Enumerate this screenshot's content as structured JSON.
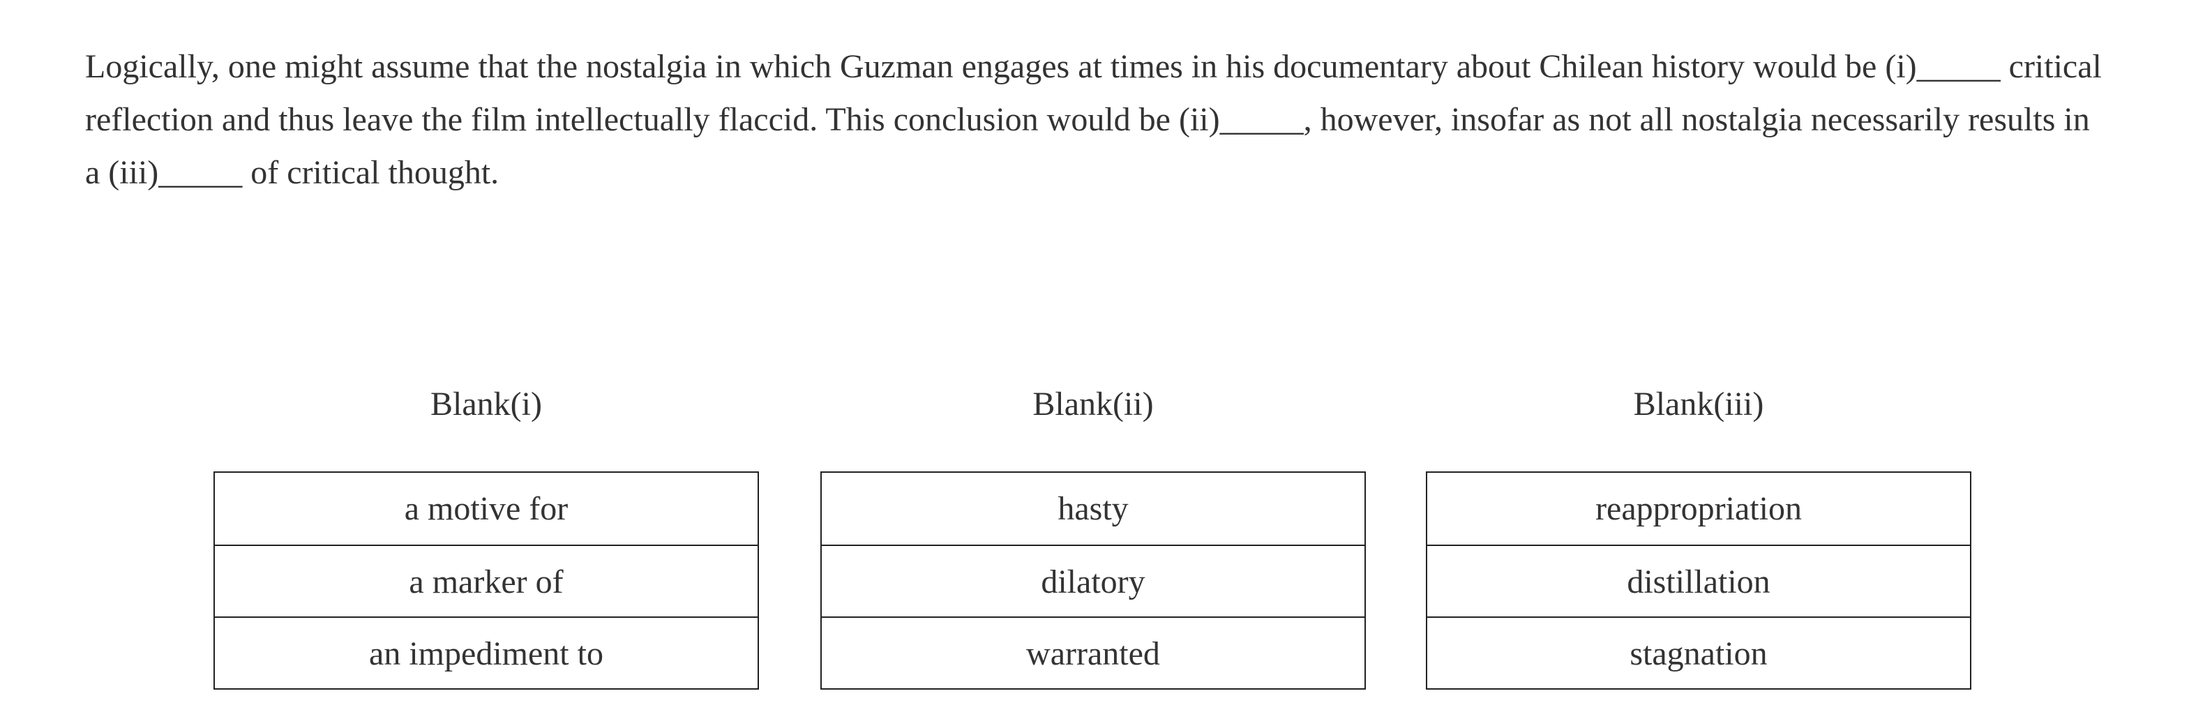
{
  "passage": {
    "text": "Logically, one might assume that the nostalgia in which Guzman engages at times in his documentary about Chilean history would be (i)_____ critical reflection and thus leave the film intellectually flaccid. This conclusion would be (ii)_____, however, insofar as not all nostalgia necessarily results in a (iii)_____ of critical thought."
  },
  "blanks": [
    {
      "header": "Blank(i)",
      "options": [
        "a motive for",
        "a marker of",
        "an impediment to"
      ]
    },
    {
      "header": "Blank(ii)",
      "options": [
        "hasty",
        "dilatory",
        "warranted"
      ]
    },
    {
      "header": "Blank(iii)",
      "options": [
        "reappropriation",
        "distillation",
        "stagnation"
      ]
    }
  ]
}
